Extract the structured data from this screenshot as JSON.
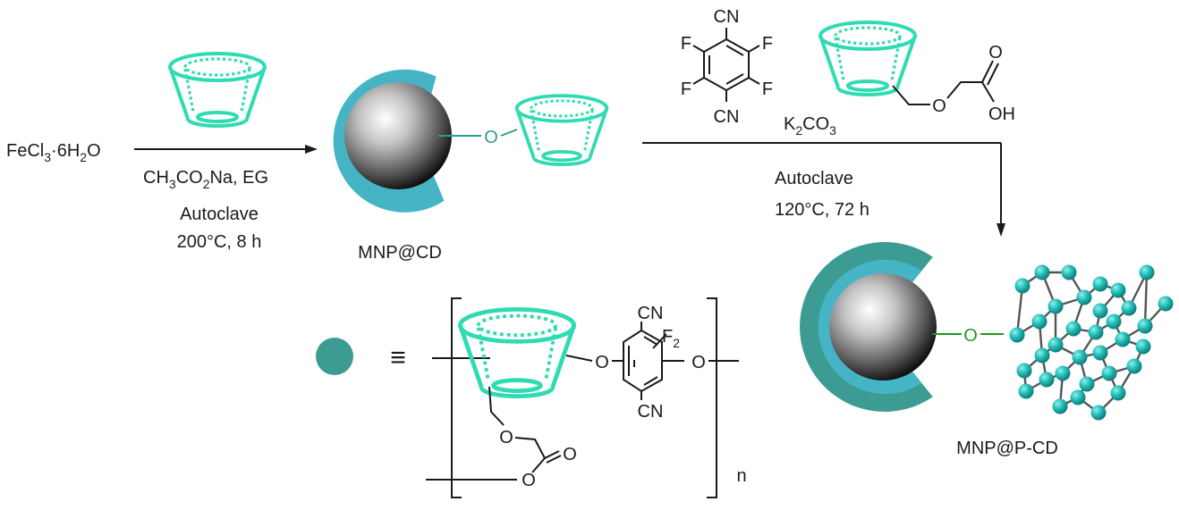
{
  "colors": {
    "cyclodextrin": "#2fdbb2",
    "shell_light": "#45b5c6",
    "shell_dark": "#3c9c94",
    "polymer_bead": "#1fb3b0",
    "polymer_link": "#555555",
    "ether_oxygen": "#2e9c8c",
    "polymer_oxygen": "#1f9a1f",
    "text": "#1a1a1a"
  },
  "step1": {
    "reactant": [
      "FeCl",
      "3",
      "·6H",
      "2",
      "O"
    ],
    "reagents": [
      "CH",
      "3",
      "CO",
      "2",
      "Na, EG"
    ],
    "conditions": [
      "Autoclave",
      "200°C, 8 h"
    ]
  },
  "intermediate": {
    "label": "MNP@CD",
    "linker_atom": "O"
  },
  "step2": {
    "monomer_substituents": {
      "top": "CN",
      "bottom": "CN",
      "f1": "F",
      "f2": "F",
      "f3": "F",
      "f4": "F"
    },
    "linker": {
      "o": "O",
      "oh": "OH",
      "o_carbonyl": "O"
    },
    "base": [
      "K",
      "2",
      "CO",
      "3"
    ],
    "conditions": [
      "Autoclave",
      "120°C, 72 h"
    ]
  },
  "product": {
    "label": "MNP@P-CD",
    "linker_atom": "O"
  },
  "legend": {
    "equiv": "≡",
    "cn_top": "CN",
    "f2": [
      "F",
      "2"
    ],
    "cn_bottom": "CN",
    "o_left": "O",
    "o_right": "O",
    "o_ether": "O",
    "o_carbonyl": "O",
    "o_ester": "O",
    "n": "n"
  }
}
